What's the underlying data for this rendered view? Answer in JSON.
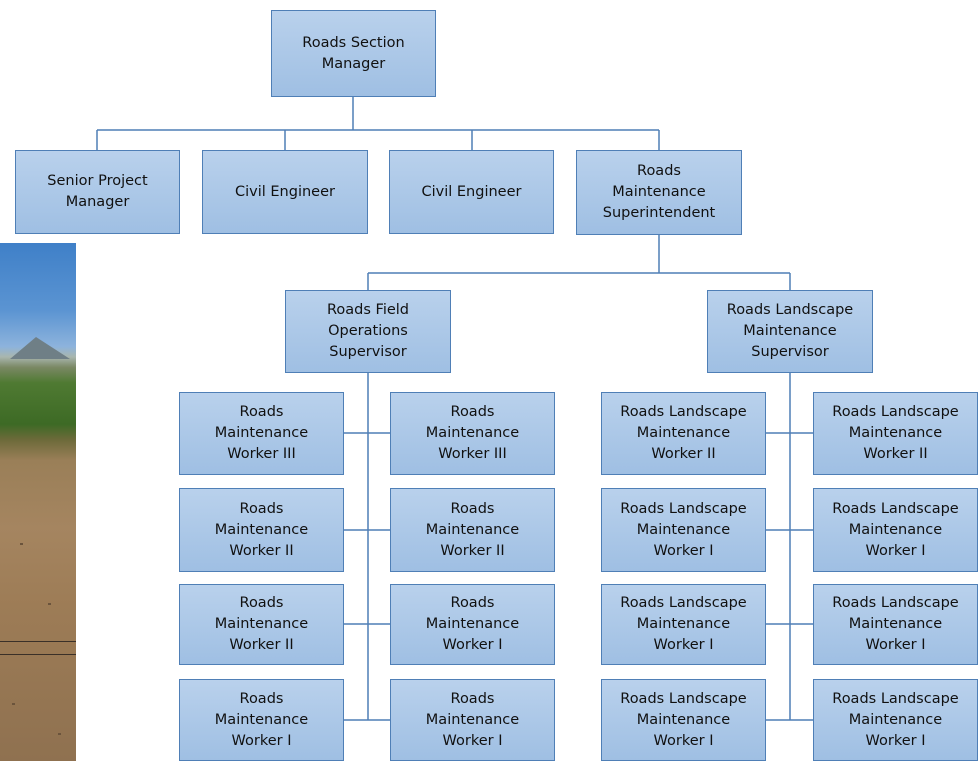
{
  "photo": {
    "icon": "field-road-photo"
  },
  "chart": {
    "manager": "Roads Section\nManager",
    "row1": [
      "Senior Project\nManager",
      "Civil Engineer",
      "Civil Engineer",
      "Roads\nMaintenance\nSuperintendent"
    ],
    "field_supervisor": "Roads Field\nOperations\nSupervisor",
    "landscape_supervisor": "Roads Landscape\nMaintenance\nSupervisor",
    "field_workers_left": [
      "Roads\nMaintenance\nWorker III",
      "Roads\nMaintenance\nWorker II",
      "Roads\nMaintenance\nWorker II",
      "Roads\nMaintenance\nWorker I"
    ],
    "field_workers_right": [
      "Roads\nMaintenance\nWorker III",
      "Roads\nMaintenance\nWorker II",
      "Roads\nMaintenance\nWorker I",
      "Roads\nMaintenance\nWorker I"
    ],
    "landscape_workers_left": [
      "Roads Landscape\nMaintenance\nWorker II",
      "Roads Landscape\nMaintenance\nWorker I",
      "Roads Landscape\nMaintenance\nWorker I",
      "Roads Landscape\nMaintenance\nWorker I"
    ],
    "landscape_workers_right": [
      "Roads Landscape\nMaintenance\nWorker II",
      "Roads Landscape\nMaintenance\nWorker I",
      "Roads Landscape\nMaintenance\nWorker I",
      "Roads Landscape\nMaintenance\nWorker I"
    ]
  },
  "colors": {
    "box_fill": "#a9c6e8",
    "box_border": "#4f7fb6",
    "line": "#4f7fb6"
  }
}
